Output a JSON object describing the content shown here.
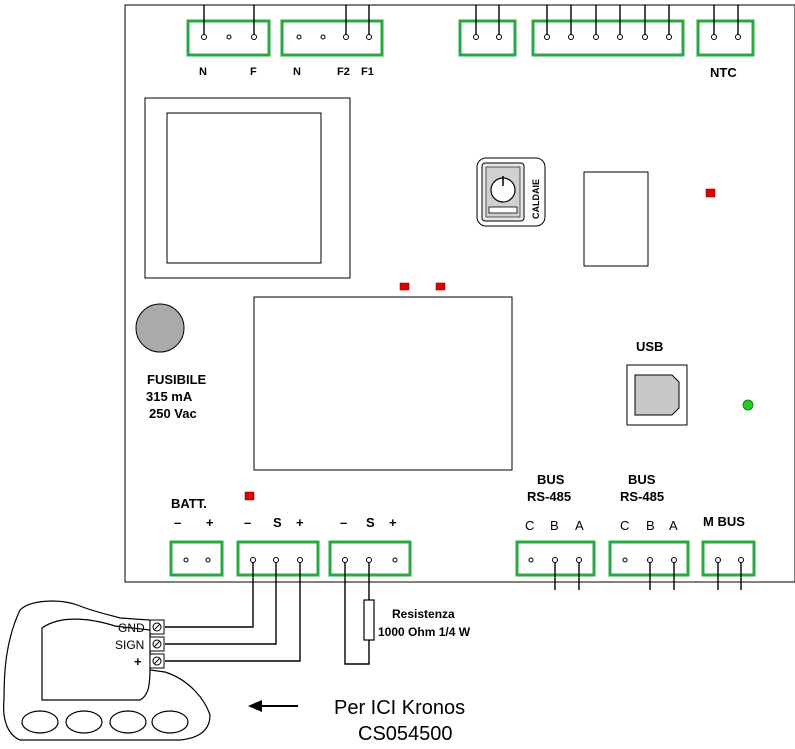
{
  "labels": {
    "top_n1": "N",
    "top_f": "F",
    "top_n2": "N",
    "top_f2": "F2",
    "top_f1": "F1",
    "ntc": "NTC",
    "caldaie": "CALDAIE",
    "usb": "USB",
    "fusibile": "FUSIBILE",
    "fusibile_current": "315 mA",
    "fusibile_voltage": "250 Vac",
    "batt": "BATT.",
    "batt_minus": "–",
    "batt_plus": "+",
    "t2_minus": "–",
    "t2_s": "S",
    "t2_plus": "+",
    "t3_minus": "–",
    "t3_s": "S",
    "t3_plus": "+",
    "bus1_title": "BUS",
    "bus1_sub": "RS-485",
    "bus1_c": "C",
    "bus1_b": "B",
    "bus1_a": "A",
    "bus2_title": "BUS",
    "bus2_sub": "RS-485",
    "bus2_c": "C",
    "bus2_b": "B",
    "bus2_a": "A",
    "mbus": "M BUS",
    "gnd": "GND",
    "sign": "SIGN",
    "plus": "+",
    "resistenza_title": "Resistenza",
    "resistenza_value": "1000 Ohm 1/4 W",
    "device_line1": "Per ICI Kronos",
    "device_line2": "CS054500"
  },
  "colors": {
    "terminal_green": "#2aa844",
    "led_red": "#e00000",
    "led_green": "#22cc22"
  }
}
